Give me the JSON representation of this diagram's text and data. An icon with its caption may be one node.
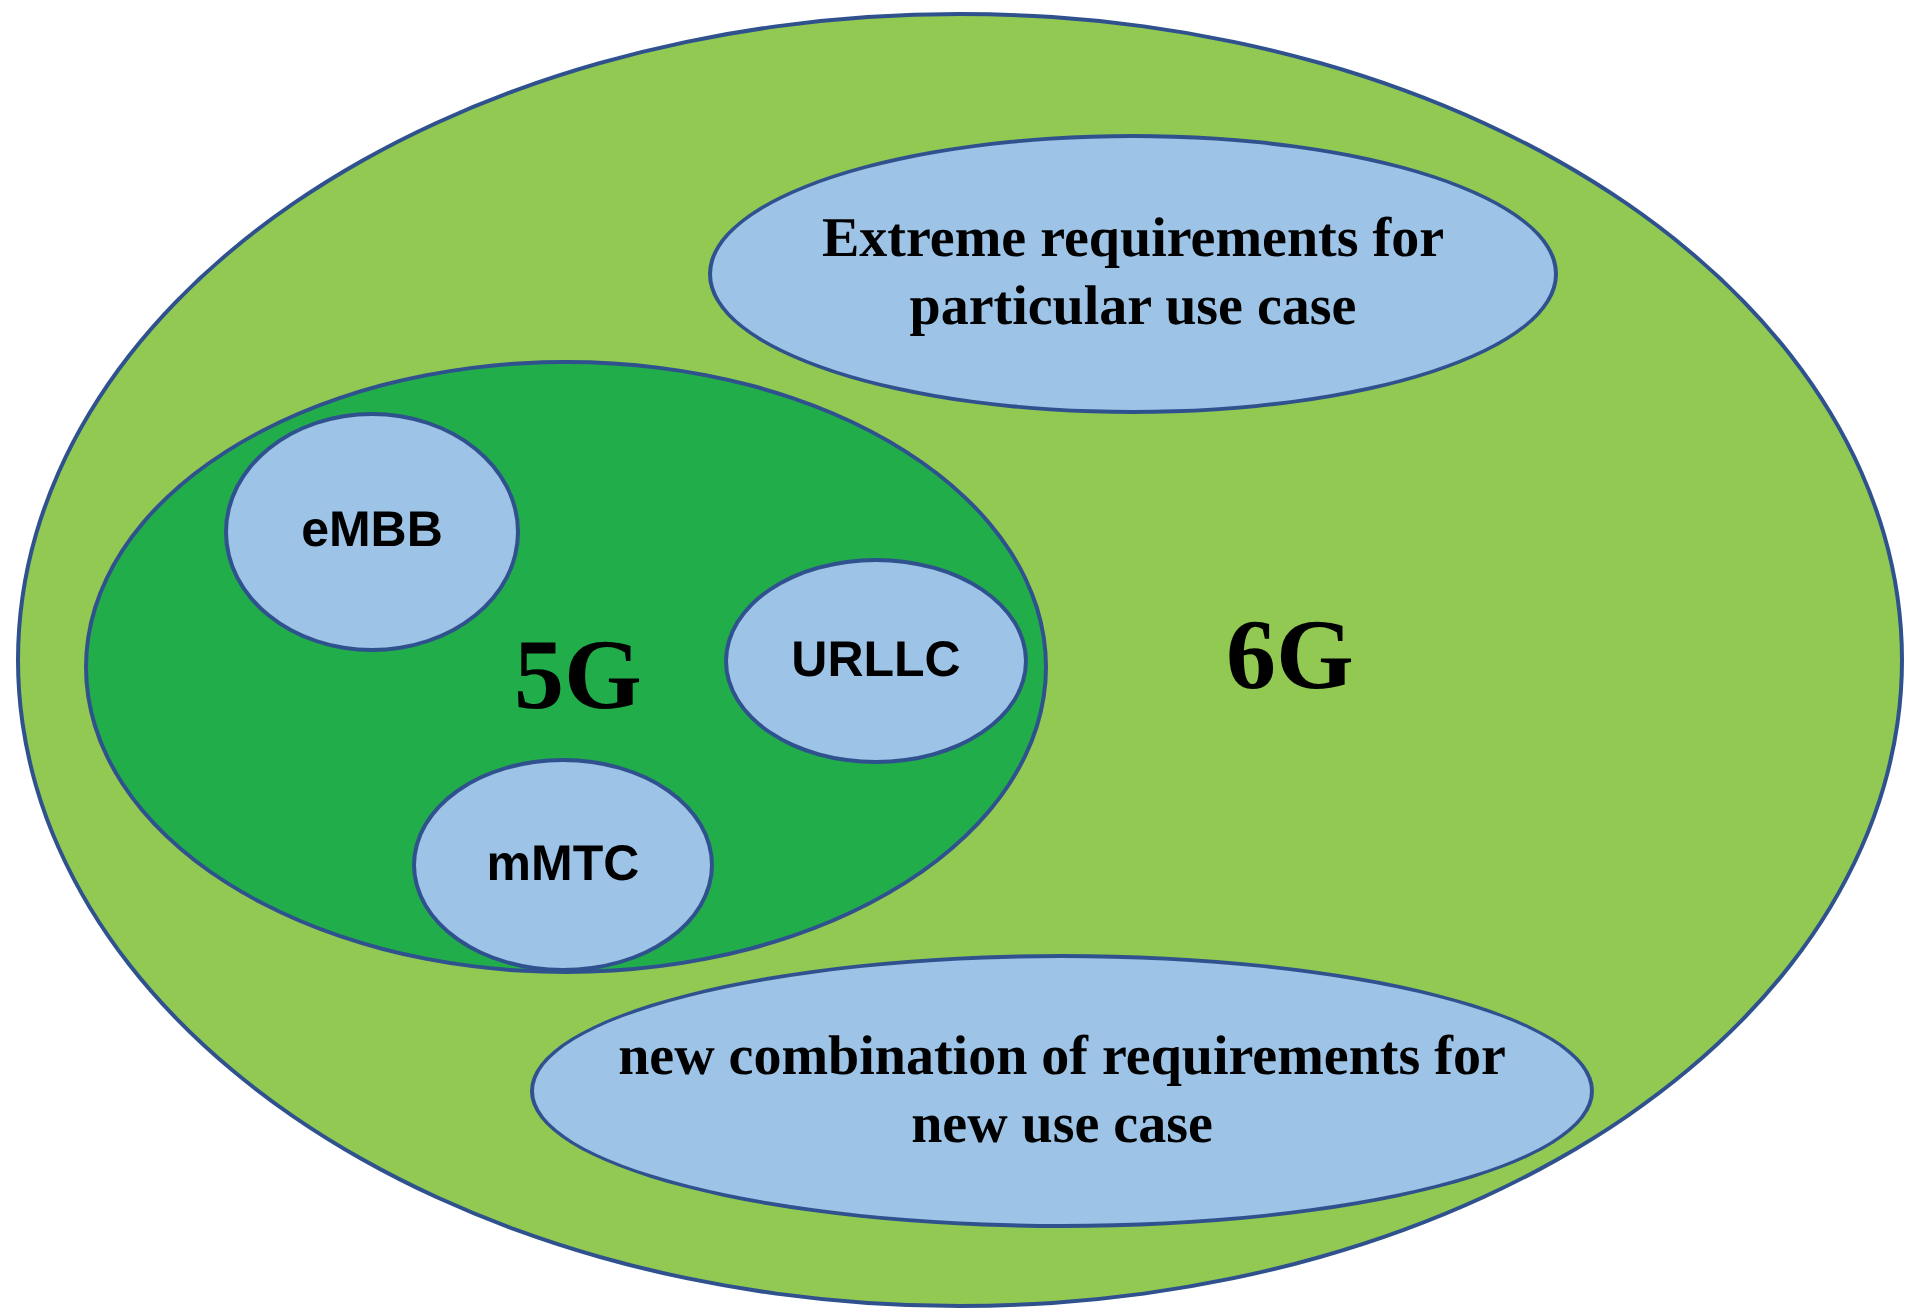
{
  "diagram": {
    "nodes": [
      {
        "text": [
          "6G"
        ]
      },
      {
        "text": [
          "Extreme requirements for particular use case"
        ],
        "in": 0
      },
      {
        "text": [
          "5G"
        ],
        "in": 0
      },
      {
        "text": [
          "eMBB"
        ],
        "in": 2
      },
      {
        "text": [
          "URLLC"
        ],
        "in": 2
      },
      {
        "text": [
          "mMTC"
        ],
        "in": 2
      },
      {
        "text": [
          "new combination of requirements for new use case"
        ],
        "in": 0
      }
    ]
  }
}
